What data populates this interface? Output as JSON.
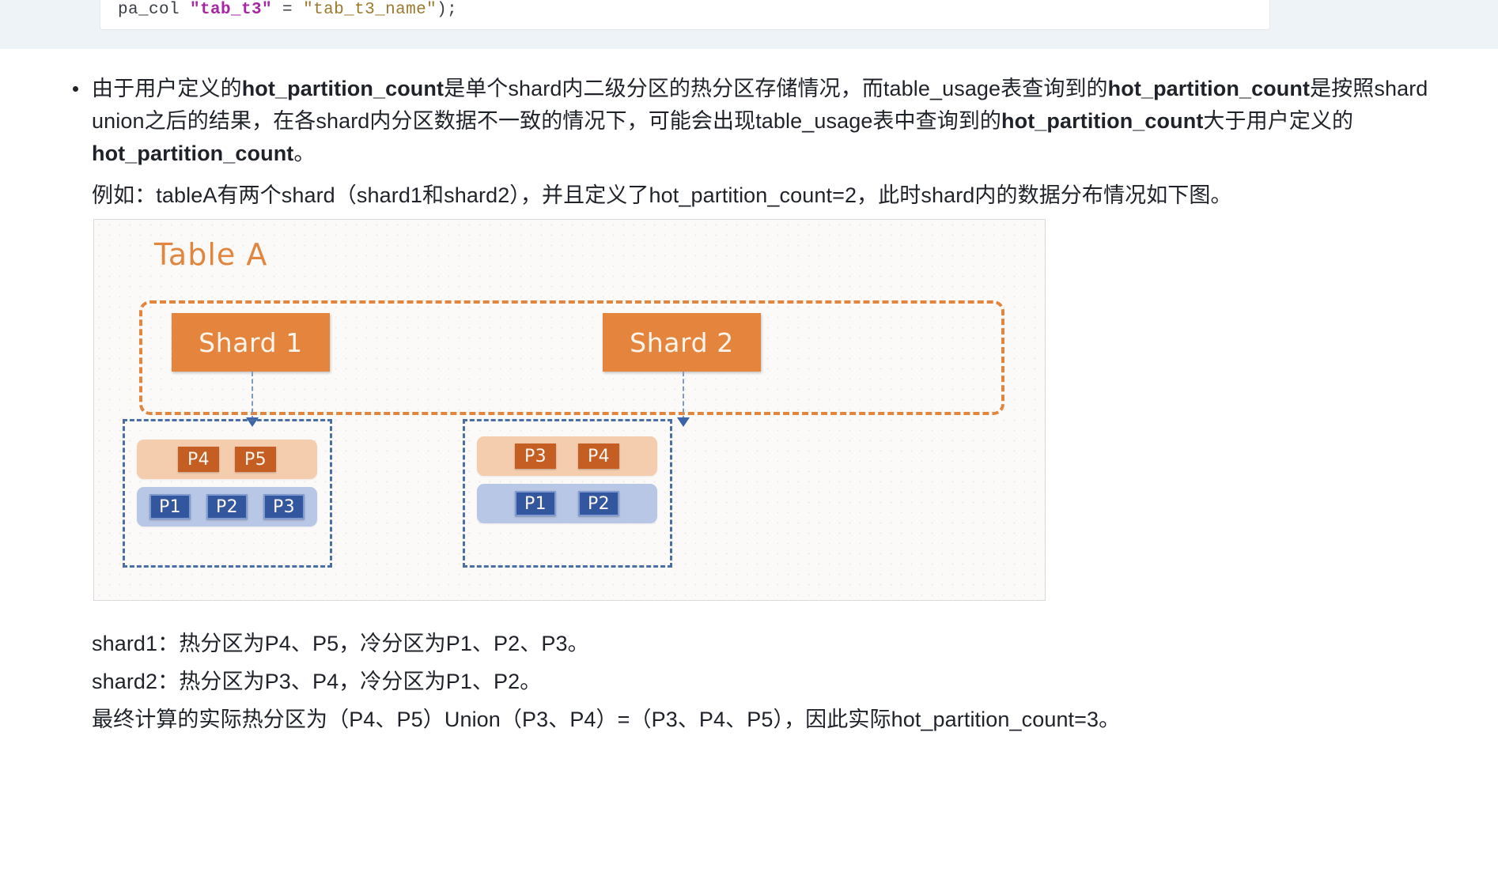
{
  "code_panel": {
    "line_prefix": "pa_col ",
    "line_kw": "\"tab_t3\"",
    "line_mid": " = ",
    "line_str": "\"tab_t3_name\"",
    "line_suffix": ");"
  },
  "paragraph": {
    "bullet_parts": [
      {
        "t": "由于用户定义的",
        "b": false
      },
      {
        "t": "hot_partition_count",
        "b": true
      },
      {
        "t": "是单个shard内二级分区的热分区存储情况，而table_usage表查询到的",
        "b": false
      },
      {
        "t": "hot_partition_count",
        "b": true
      },
      {
        "t": "是按照shard union之后的结果，在各shard内分区数据不一致的情况下，可能会出现table_usage表中查询到的",
        "b": false
      },
      {
        "t": "hot_partition_count",
        "b": true
      },
      {
        "t": "大于用户定义的",
        "b": false
      },
      {
        "t": "hot_partition_count",
        "b": true
      },
      {
        "t": "。",
        "b": false
      }
    ],
    "example_line": "例如：tableA有两个shard（shard1和shard2），并且定义了hot_partition_count=2，此时shard内的数据分布情况如下图。"
  },
  "figure": {
    "table_title": "Table A",
    "shards": [
      {
        "name": "shard-1",
        "label": "Shard 1"
      },
      {
        "name": "shard-2",
        "label": "Shard 2"
      }
    ],
    "groups": [
      {
        "name": "shard-1-partitions",
        "hot": [
          "P4",
          "P5"
        ],
        "cold": [
          "P1",
          "P2",
          "P3"
        ]
      },
      {
        "name": "shard-2-partitions",
        "hot": [
          "P3",
          "P4"
        ],
        "cold": [
          "P1",
          "P2"
        ]
      }
    ],
    "colors": {
      "shard_box": "#e4843d",
      "table_dashed_border": "#e2853f",
      "partition_frame": "#4a6fa5",
      "hot_band": "#f4cdae",
      "hot_chip": "#c45e22",
      "cold_band": "#b8c7e5",
      "cold_chip": "#33579e",
      "arrow": "#3d63a8",
      "title_text": "#e0863f"
    }
  },
  "footer": {
    "lines": [
      "shard1：热分区为P4、P5，冷分区为P1、P2、P3。",
      "shard2：热分区为P3、P4，冷分区为P1、P2。",
      "最终计算的实际热分区为（P4、P5）Union（P3、P4）=（P3、P4、P5），因此实际hot_partition_count=3。"
    ]
  }
}
